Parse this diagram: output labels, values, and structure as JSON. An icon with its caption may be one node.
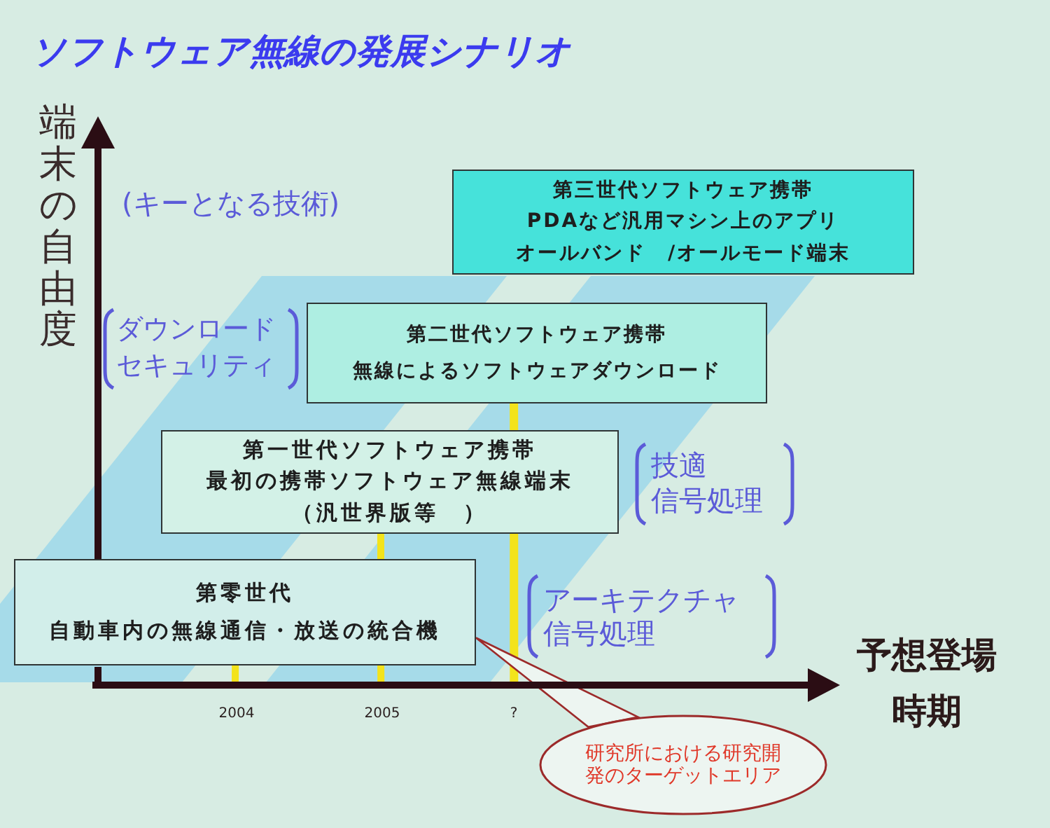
{
  "diagram": {
    "title": "ソフトウェア無線の発展シナリオ",
    "nodes": [
      {
        "text": [
          "第三世代ソフトウェア携帯",
          "PDAなど汎用マシン上のアプリ",
          "オールバンド　/オールモード端末"
        ]
      },
      {
        "text": [
          "第二世代ソフトウェア携帯",
          "無線によるソフトウェアダウンロード"
        ]
      },
      {
        "text": [
          "第一世代ソフトウェア携帯",
          "最初の携帯ソフトウェア無線端末",
          "（汎世界版等　）"
        ]
      },
      {
        "text": [
          "第零世代",
          "自動車内の無線通信・放送の統合機"
        ]
      },
      {
        "text": [],
        "shape": "arrow"
      },
      {
        "text": [
          "研究所における研究開発のターゲットエリア"
        ]
      }
    ],
    "edges": [
      {
        "from": 4,
        "to": 3,
        "arrow": "none"
      },
      {
        "from": 4,
        "to": 3,
        "arrow": "none"
      },
      {
        "from": 3,
        "to": 2,
        "arrow": "none"
      },
      {
        "from": 4,
        "to": 2,
        "arrow": "none"
      },
      {
        "from": 2,
        "to": 1,
        "arrow": "none"
      },
      {
        "from": 5,
        "to": 3,
        "arrow": "none",
        "color": "#9c2a2a"
      }
    ],
    "labels": [
      "端末の自由度",
      "(キーとなる技術)",
      "ダウンロード",
      "セキュリティ",
      "技適",
      "信号処理",
      "アーキテクチャ",
      "信号処理",
      "予想登場時期",
      "2004",
      "2005",
      "?"
    ]
  }
}
